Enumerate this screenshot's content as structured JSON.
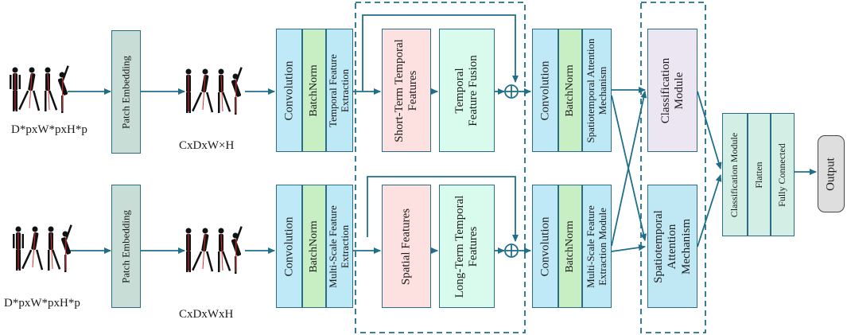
{
  "colors": {
    "line": "#1f6f8b",
    "patch": "#c9ddd7",
    "conv": "#bfe9f7",
    "bn": "#c8efc4",
    "feat": "#bde8f6",
    "pink": "#fde1e1",
    "mint": "#d9fbee",
    "lavender": "#ece6f3",
    "lightblue": "#bfe7f4",
    "final": "#d2eee5",
    "output": "#dedede"
  },
  "top_row": {
    "input_label": "D*pxW*pxH*p",
    "patch_embedding": "Patch Embedding",
    "embed_label": "CxDxW×H",
    "conv": "Convolution",
    "batchnorm": "BatchNorm",
    "feature": "Temporal Feature Extraction",
    "branch_a": "Short-Term Temporal Features",
    "branch_b": "Temporal Feature Fusion",
    "conv2": "Convolution",
    "batchnorm2": "BatchNorm",
    "feature2": "Spatiotemporal Attention Mechanism",
    "module": "Classification Module"
  },
  "bottom_row": {
    "input_label": "D*pxW*pxH*p",
    "patch_embedding": "Patch Embedding",
    "embed_label": "CxDxWxH",
    "conv": "Convolution",
    "batchnorm": "BatchNorm",
    "feature": "Multi-Scale Feature Extraction",
    "branch_a": "Spatial Features",
    "branch_b": "Long-Term Temporal Features",
    "conv2": "Convolution",
    "batchnorm2": "BatchNorm",
    "feature2": "Multi-Scale Feature Extraction Module",
    "module": "Spatiotemporal Attention Mechanism"
  },
  "final_block": {
    "classification": "Classification Module",
    "flatten": "Flatten",
    "fully_connected": "Fully Connected"
  },
  "output": "Output"
}
